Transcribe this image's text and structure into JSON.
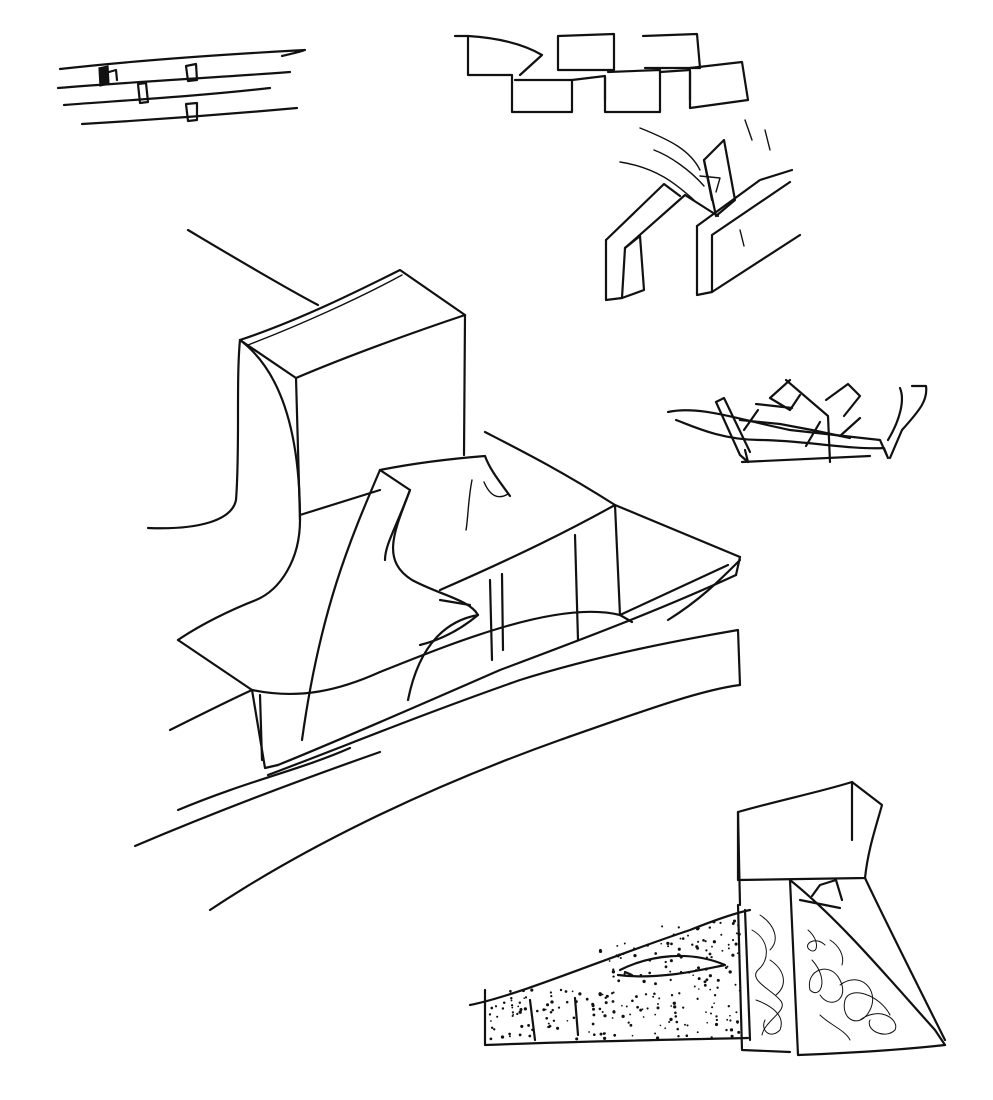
{
  "page": {
    "kind": "architectural-sketch",
    "background_color": "#ffffff",
    "ink_color": "#111111"
  },
  "sketches": [
    {
      "name": "plan-bars-sketch",
      "icon": "horizontal-lines-with-blocks"
    },
    {
      "name": "zigzag-plan-sketch",
      "icon": "stepped-boxes"
    },
    {
      "name": "folded-wall-sketch",
      "icon": "folded-panels"
    },
    {
      "name": "main-axonometric-sketch",
      "icon": "massing-axonometric"
    },
    {
      "name": "lattice-sketch",
      "icon": "woven-strips"
    },
    {
      "name": "perspective-wedge-sketch",
      "icon": "hatched-wedge"
    }
  ]
}
